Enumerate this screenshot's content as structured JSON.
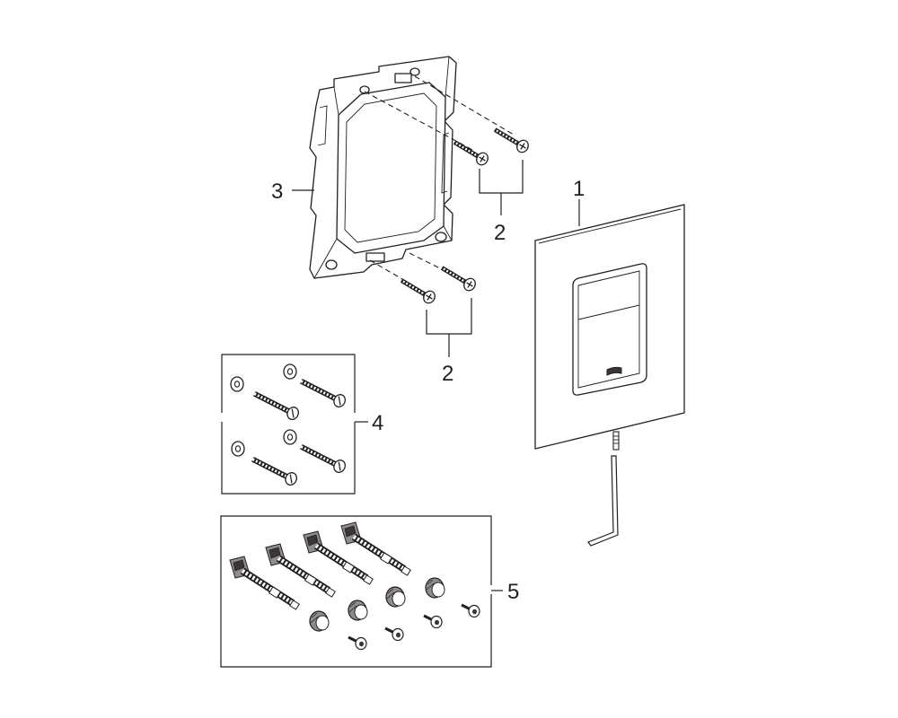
{
  "callouts": {
    "c1": "1",
    "c2a": "2",
    "c2b": "2",
    "c3": "3",
    "c4": "4",
    "c5": "5"
  },
  "colors": {
    "line": "#231f20",
    "background": "#ffffff"
  }
}
